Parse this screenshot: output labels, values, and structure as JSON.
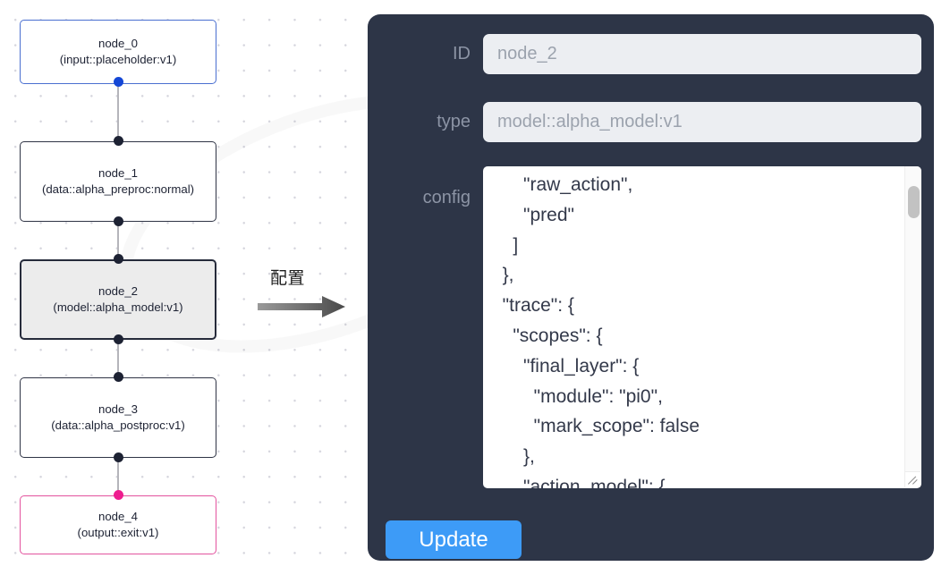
{
  "graph": {
    "nodes": [
      {
        "id": "node_0",
        "type": "(input::placeholder:v1)",
        "state": "input"
      },
      {
        "id": "node_1",
        "type": "(data::alpha_preproc:normal)",
        "state": "normal"
      },
      {
        "id": "node_2",
        "type": "(model::alpha_model:v1)",
        "state": "selected"
      },
      {
        "id": "node_3",
        "type": "(data::alpha_postproc:v1)",
        "state": "normal"
      },
      {
        "id": "node_4",
        "type": "(output::exit:v1)",
        "state": "output"
      }
    ]
  },
  "transition": {
    "label": "配置",
    "arrow_icon": "right-arrow-icon"
  },
  "panel": {
    "fields": {
      "id": {
        "label": "ID",
        "value": "node_2"
      },
      "type": {
        "label": "type",
        "value": "model::alpha_model:v1"
      },
      "config": {
        "label": "config",
        "value": "      \"raw_action\",\n      \"pred\"\n    ]\n  },\n  \"trace\": {\n    \"scopes\": {\n      \"final_layer\": {\n        \"module\": \"pi0\",\n        \"mark_scope\": false\n      },\n      \"action_model\": {"
      }
    },
    "update_label": "Update"
  },
  "colors": {
    "panel_bg": "#2d3547",
    "input_bg": "#eceef2",
    "accent_button": "#3d9bf7",
    "node_input_border": "#4a6fd0",
    "node_output_border": "#e3539e",
    "node_selected_bg": "#ececec",
    "port_blue": "#1447d6",
    "port_pink": "#ee1d8f"
  }
}
